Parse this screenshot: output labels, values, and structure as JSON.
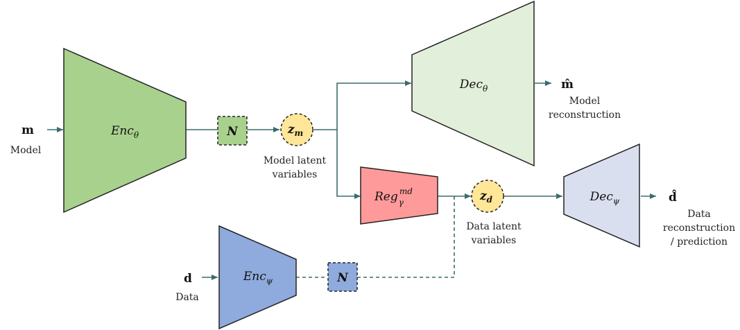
{
  "inputs": {
    "model_symbol": "m",
    "model_label": "Model",
    "data_symbol": "d",
    "data_label": "Data"
  },
  "blocks": {
    "enc_theta": {
      "name": "Enc",
      "sub": "θ"
    },
    "dec_theta": {
      "name": "Dec",
      "sub": "θ"
    },
    "reg": {
      "name": "Reg",
      "sub": "γ",
      "sup": "md"
    },
    "dec_psi": {
      "name": "Dec",
      "sub": "ψ"
    },
    "enc_psi": {
      "name": "Enc",
      "sub": "ψ"
    }
  },
  "noise_label": "N",
  "latents": {
    "zm": {
      "name": "z",
      "sub": "m",
      "caption_line1": "Model latent",
      "caption_line2": "variables"
    },
    "zd": {
      "name": "z",
      "sub": "d",
      "caption_line1": "Data latent",
      "caption_line2": "variables"
    }
  },
  "outputs": {
    "model_hat": "m̂",
    "model_caption_line1": "Model",
    "model_caption_line2": "reconstruction",
    "data_hat": "d̂",
    "data_caption_line1": "Data",
    "data_caption_line2": "reconstruction",
    "data_caption_line3": "/ prediction"
  },
  "colors": {
    "enc_theta": "#a9d18e",
    "dec_theta": "#e2efda",
    "reg": "#ff9a9a",
    "dec_psi": "#dadff0",
    "enc_psi": "#8faadc",
    "latent": "#ffe699",
    "connector": "#3b6b6b"
  }
}
